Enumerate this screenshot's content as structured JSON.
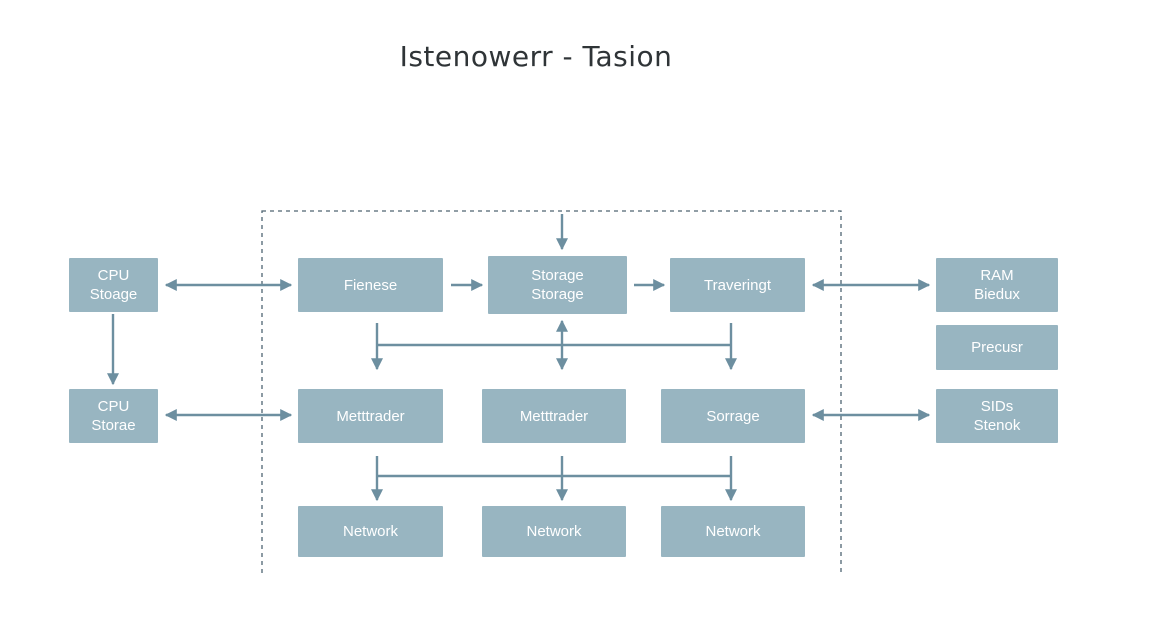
{
  "diagram": {
    "title": "Istenowerr  -  Tasion",
    "colors": {
      "node_fill": "#98b5c1",
      "node_text": "#ffffff",
      "connector": "#6d8fa0",
      "boundary": "#4f6572",
      "title_text": "#2f3437"
    },
    "nodes": {
      "cpu_storage_top": "CPU\nStoage",
      "cpu_storage_bottom": "CPU\nStorae",
      "fienese": "Fienese",
      "storage_storage": "Storage\nStorage",
      "traveringt": "Traveringt",
      "mettrader_left": "Metttrader",
      "mettrader_center": "Metttrader",
      "sorrage": "Sorrage",
      "network_left": "Network",
      "network_center": "Network",
      "network_right": "Network",
      "ram_biedux": "RAM\nBiedux",
      "precusr": "Precusr",
      "sids_stenok": "SIDs\nStenok"
    }
  }
}
